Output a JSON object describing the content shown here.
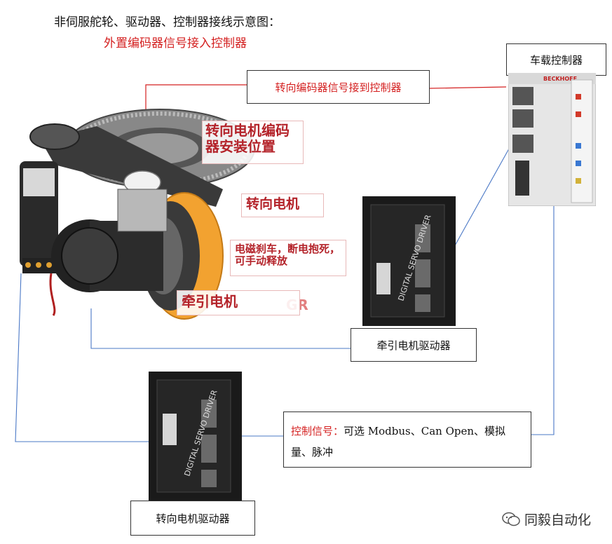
{
  "title": "非伺服舵轮、驱动器、控制器接线示意图：",
  "subtitle": "外置编码器信号接入控制器",
  "labels": {
    "encoder_signal": "转向编码器信号接到控制器",
    "onboard_controller": "车载控制器",
    "traction_driver": "牵引电机驱动器",
    "steering_driver": "转向电机驱动器",
    "control_signal_prefix": "控制信号：",
    "control_signal_text": "可选 Modbus、Can Open、模拟量、脉冲"
  },
  "wheel_labels": {
    "encoder_position": "转向电机编码器安装位置",
    "steering_motor": "转向电机",
    "brake": "电磁刹车，断电抱死，可手动释放",
    "traction_motor": "牵引电机"
  },
  "driver_panel": {
    "brand_text": "DIGITAL SERVO DRIVER"
  },
  "watermark": {
    "text": "同毅自动化"
  },
  "colors": {
    "red": "#d42020",
    "line_blue": "#4a78c6",
    "line_red": "#d42020",
    "wheel_orange": "#f2a230"
  }
}
